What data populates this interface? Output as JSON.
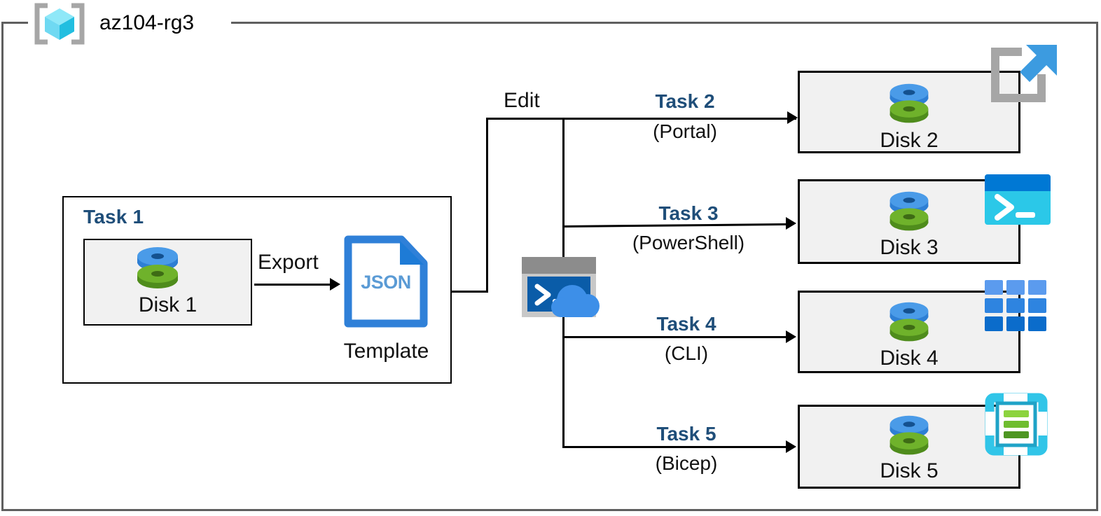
{
  "resource_group": {
    "name": "az104-rg3",
    "icon": "resource-group-cube-icon",
    "border_color": "#5F5F5F"
  },
  "colors": {
    "task_label": "#1F4E79",
    "box_fill": "#F1F1F1",
    "box_border": "#000000",
    "json_blue": "#2F7FD1",
    "json_text": "#5B9BD5",
    "disk_blue": "#3C8FE0",
    "disk_green": "#71B32A",
    "powershell_cyan": "#2BC8E8",
    "powershell_titlebar": "#0078D4",
    "cli_blue": "#2B7CD3",
    "bicep_cyan": "#31C5E8",
    "bicep_green": "#7DC243",
    "portal_gray": "#A6A6A6",
    "portal_arrow": "#3C9BE0"
  },
  "task1": {
    "title": "Task 1",
    "disk": {
      "label": "Disk 1",
      "icon": "managed-disk-icon"
    },
    "export_label": "Export",
    "template": {
      "file_type": "JSON",
      "caption": "Template",
      "icon": "json-file-icon"
    }
  },
  "edit_label": "Edit",
  "cloud_shell": {
    "icon": "cloud-shell-icon"
  },
  "branches": [
    {
      "task": "Task 2",
      "method": "(Portal)",
      "disk": "Disk 2",
      "service_icon": "azure-portal-icon"
    },
    {
      "task": "Task 3",
      "method": "(PowerShell)",
      "disk": "Disk 3",
      "service_icon": "powershell-icon"
    },
    {
      "task": "Task 4",
      "method": "(CLI)",
      "disk": "Disk 4",
      "service_icon": "azure-cli-icon"
    },
    {
      "task": "Task 5",
      "method": "(Bicep)",
      "disk": "Disk 5",
      "service_icon": "bicep-icon"
    }
  ]
}
